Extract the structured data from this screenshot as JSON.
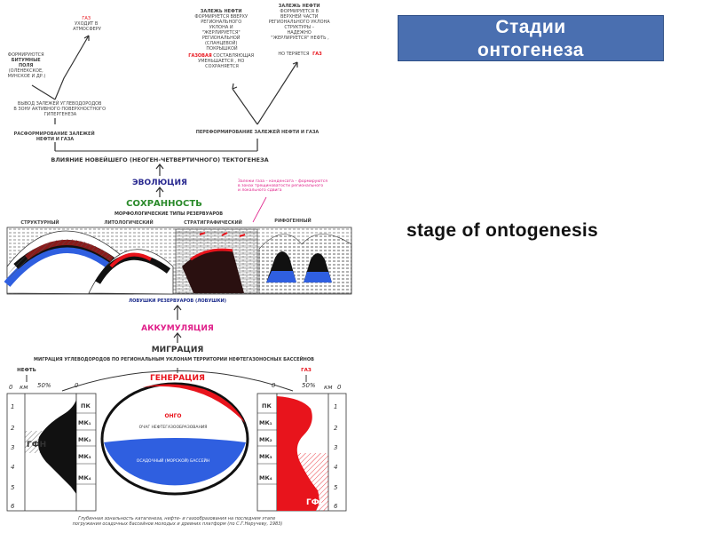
{
  "slide": {
    "title_line1": "Стадии",
    "title_line2": "онтогенеза",
    "subtitle": "stage of ontogenesis"
  },
  "diagram": {
    "top_left_gas": [
      "ГАЗ",
      "УХОДИТ В",
      "АТМОСФЕРУ"
    ],
    "top_left_bitumen": [
      "ФОРМИРУЮТСЯ",
      "БИТУМНЫЕ",
      "ПОЛЯ",
      "(ОЛЕНЕКСКОЕ,",
      "МУНСКОЕ И ДР.)"
    ],
    "top_left_uplift": [
      "ВЫВОД ЗАЛЕЖЕЙ УГЛЕВОДОРОДОВ",
      "В ЗОНУ АКТИВНОГО ПОВЕРХНОСТНОГО",
      "ГИПЕРГЕНЕЗА"
    ],
    "top_left_breakup": [
      "РАСФОРМИРОВАНИЕ ЗАЛЕЖЕЙ",
      "НЕФТИ И ГАЗА"
    ],
    "top_center_oil": [
      "ЗАЛЕЖЬ НЕФТИ",
      "ФОРМИРУЕТСЯ ВВЕРХУ",
      "РЕГИОНАЛЬНОГО",
      "УКЛОНА И",
      "\"ЖЕРЛИРУЕТСЯ\"",
      "РЕГИОНАЛЬНОЙ",
      "(СЛАНЦЕВОЙ)",
      "ПОКРЫШКОЙ"
    ],
    "top_center_gas_word": "ГАЗОВАЯ",
    "top_center_gas_rest": [
      "СОСТАВЛЯЮЩАЯ",
      "УМЕНЬШАЕТСЯ , НО",
      "СОХРАНЯЕТСЯ"
    ],
    "top_right_oil": [
      "ЗАЛЕЖЬ НЕФТИ",
      "ФОРМИРУЕТСЯ В",
      "ВЕРХНЕЙ ЧАСТИ",
      "РЕГИОНАЛЬНОГО УКЛОНА",
      "СТРУКТУРЫ –",
      "НАДЕЖНО",
      "\"ЖЕРЛИРУЕТСЯ\" НЕФТЬ ,",
      "НО ТЕРЯЕТСЯ"
    ],
    "top_right_gas_word": "ГАЗ",
    "reformation": "ПЕРЕФОРМИРОВАНИЕ ЗАЛЕЖЕЙ НЕФТИ И ГАЗА",
    "tectogenesis": "ВЛИЯНИЕ НОВЕЙШЕГО (НЕОГЕН-ЧЕТВЕРТИЧНОГО) ТЕКТОГЕНЕЗА",
    "evolution": "ЭВОЛЮЦИЯ",
    "preservation": "СОХРАННОСТЬ",
    "reservoir_types": "МОРФОЛОГИЧЕСКИЕ ТИПЫ РЕЗЕРВУАРОВ",
    "pink_note": [
      "Залежи газа – конденсата – формируются",
      "в зонах трещиноватости регионального",
      "и локального сдвига"
    ],
    "type_structural": "СТРУКТУРНЫЙ",
    "type_lithological": "ЛИТОЛОГИЧЕСКИЙ",
    "type_stratigraphic": "СТРАТИГРАФИЧЕСКИЙ",
    "type_reef": "РИФОГЕННЫЙ",
    "traps": "ЛОВУШКИ РЕЗЕРВУАРОВ (ЛОВУШКИ)",
    "accumulation": "АККУМУЛЯЦИЯ",
    "migration": "МИГРАЦИЯ",
    "migration_sub": "МИГРАЦИЯ УГЛЕВОДОРОДОВ ПО РЕГИОНАЛЬНЫМ УКЛОНАМ ТЕРРИТОРИИ НЕФТЕГАЗОНОСНЫХ БАССЕЙНОВ",
    "oil_label": "НЕФТЬ",
    "gas_label": "ГАЗ",
    "generation": "ГЕНЕРАЦИЯ",
    "left_axis": {
      "zero": "0",
      "km": "км",
      "pct": "50%",
      "zero_right": "0",
      "depths": [
        "1",
        "2",
        "3",
        "4",
        "5",
        "6"
      ]
    },
    "right_axis": {
      "zero": "0",
      "km": "км",
      "pct": "50%",
      "zero_right": "0",
      "depths": [
        "1",
        "2",
        "3",
        "4",
        "5",
        "6"
      ]
    },
    "stages": [
      "ПК",
      "МК₁",
      "МК₂",
      "МК₃",
      "МК₄"
    ],
    "gfn": "ГФН",
    "gfg": "ГФГ",
    "ongo": "ОНГО",
    "ongo_sub": "ОЧАГ НЕФТЕГАЗООБРАЗОВАНИЯ",
    "basin": "ОСАДОЧНЫЙ (МОРСКОЙ) БАССЕЙН",
    "caption": [
      "Глубинная зональность катагенеза, нефте- и газообразования на последнем этапе",
      "погружения осадочных бассейнов молодых и древних платформ (по С.Г.Неручеву, 1983)"
    ],
    "colors": {
      "red": "#e8141c",
      "blue": "#2f5fe0",
      "black": "#111111",
      "pink": "#e0208a",
      "green": "#2a8a2a",
      "navy": "#1a2a8a"
    }
  }
}
